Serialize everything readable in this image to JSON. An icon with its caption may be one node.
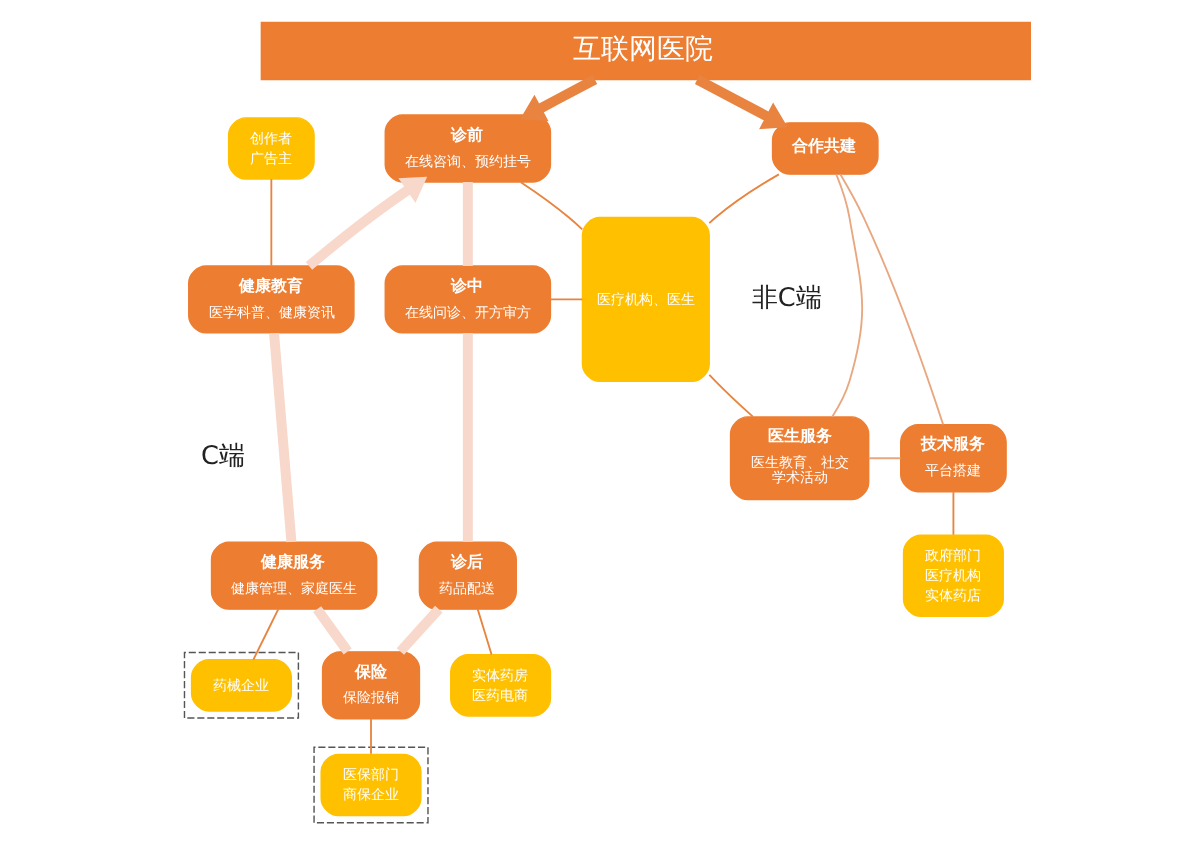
{
  "diagram": {
    "nodes": [
      {
        "text": [
          "互联网医院"
        ]
      },
      {
        "text": [
          "创作者",
          "广告主"
        ]
      },
      {
        "text": [
          "诊前",
          "在线咨询、预约挂号"
        ]
      },
      {
        "text": [
          "健康教育",
          "医学科普、健康资讯"
        ]
      },
      {
        "text": [
          "诊中",
          "在线问诊、开方审方"
        ]
      },
      {
        "text": [
          "医疗机构、医生"
        ]
      },
      {
        "text": [
          "合作共建"
        ]
      },
      {
        "text": [
          "医生服务",
          "医生教育、社交学术活动"
        ]
      },
      {
        "text": [
          "技术服务",
          "平台搭建"
        ]
      },
      {
        "text": [
          "健康服务",
          "健康管理、家庭医生"
        ]
      },
      {
        "text": [
          "诊后",
          "药品配送"
        ]
      },
      {
        "text": [
          "保险",
          "保险报销"
        ]
      },
      {
        "text": [
          "政府部门",
          "医疗机构",
          "实体药店"
        ]
      },
      {
        "text": [],
        "shape": "box"
      },
      {
        "text": [
          "药械企业"
        ],
        "in": 13
      },
      {
        "text": [
          "实体药房",
          "医药电商"
        ]
      },
      {
        "text": [],
        "shape": "box"
      },
      {
        "text": [
          "医保部门",
          "商保企业"
        ],
        "in": 16
      }
    ],
    "edges": [
      {
        "from": 0,
        "to": 2,
        "arrow": "to",
        "style": "thick"
      },
      {
        "from": 0,
        "to": 6,
        "arrow": "to",
        "style": "thick"
      },
      {
        "from": 1,
        "to": 3,
        "arrow": "none"
      },
      {
        "from": 2,
        "to": 5,
        "arrow": "none"
      },
      {
        "from": 4,
        "to": 5,
        "arrow": "none"
      },
      {
        "from": 5,
        "to": 6,
        "arrow": "none"
      },
      {
        "from": 5,
        "to": 7,
        "arrow": "none"
      },
      {
        "from": 6,
        "to": 7,
        "arrow": "none",
        "color": "#e9a77f"
      },
      {
        "from": 6,
        "to": 8,
        "arrow": "none",
        "color": "#e9a77f"
      },
      {
        "from": 7,
        "to": 8,
        "arrow": "none",
        "color": "#e9a77f"
      },
      {
        "from": 8,
        "to": 12,
        "arrow": "none"
      },
      {
        "from": 9,
        "to": 14,
        "arrow": "none"
      },
      {
        "from": 10,
        "to": 15,
        "arrow": "none"
      },
      {
        "from": 11,
        "to": 17,
        "arrow": "none"
      },
      {
        "from": 2,
        "to": 4,
        "arrow": "none",
        "style": "thick",
        "color": "#f8d8cb"
      },
      {
        "from": 4,
        "to": 10,
        "arrow": "none",
        "style": "thick",
        "color": "#f8d8cb"
      },
      {
        "from": 10,
        "to": 11,
        "arrow": "none",
        "style": "thick",
        "color": "#f8d8cb"
      },
      {
        "from": 11,
        "to": 9,
        "arrow": "none",
        "style": "thick",
        "color": "#f8d8cb"
      },
      {
        "from": 9,
        "to": 3,
        "arrow": "none",
        "style": "thick",
        "color": "#f8d8cb"
      },
      {
        "from": 3,
        "to": 2,
        "arrow": "to",
        "style": "thick",
        "color": "#f8d8cb"
      }
    ],
    "labels": [
      "C端",
      "非C端"
    ]
  }
}
